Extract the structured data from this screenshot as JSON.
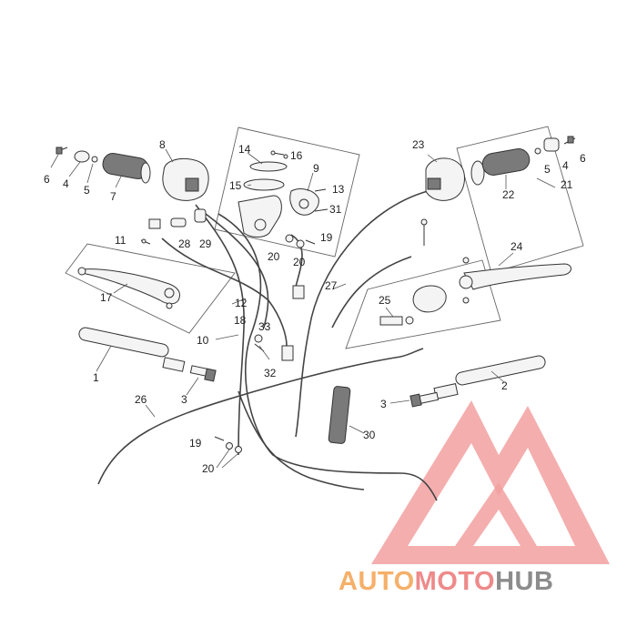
{
  "diagram": {
    "callouts": [
      {
        "id": "c1",
        "text": "1"
      },
      {
        "id": "c2",
        "text": "2"
      },
      {
        "id": "c3a",
        "text": "3"
      },
      {
        "id": "c3b",
        "text": "3"
      },
      {
        "id": "c4a",
        "text": "4"
      },
      {
        "id": "c4b",
        "text": "4"
      },
      {
        "id": "c5a",
        "text": "5"
      },
      {
        "id": "c5b",
        "text": "5"
      },
      {
        "id": "c6a",
        "text": "6"
      },
      {
        "id": "c6b",
        "text": "6"
      },
      {
        "id": "c7",
        "text": "7"
      },
      {
        "id": "c8",
        "text": "8"
      },
      {
        "id": "c9",
        "text": "9"
      },
      {
        "id": "c10",
        "text": "10"
      },
      {
        "id": "c11",
        "text": "11"
      },
      {
        "id": "c12",
        "text": "12"
      },
      {
        "id": "c13",
        "text": "13"
      },
      {
        "id": "c14",
        "text": "14"
      },
      {
        "id": "c15",
        "text": "15"
      },
      {
        "id": "c16",
        "text": "16"
      },
      {
        "id": "c17",
        "text": "17"
      },
      {
        "id": "c18",
        "text": "18"
      },
      {
        "id": "c19a",
        "text": "19"
      },
      {
        "id": "c19b",
        "text": "19"
      },
      {
        "id": "c20a",
        "text": "20"
      },
      {
        "id": "c20b",
        "text": "20"
      },
      {
        "id": "c20c",
        "text": "20"
      },
      {
        "id": "c21",
        "text": "21"
      },
      {
        "id": "c22",
        "text": "22"
      },
      {
        "id": "c23",
        "text": "23"
      },
      {
        "id": "c24",
        "text": "24"
      },
      {
        "id": "c25",
        "text": "25"
      },
      {
        "id": "c26",
        "text": "26"
      },
      {
        "id": "c27",
        "text": "27"
      },
      {
        "id": "c28",
        "text": "28"
      },
      {
        "id": "c29",
        "text": "29"
      },
      {
        "id": "c30",
        "text": "30"
      },
      {
        "id": "c31",
        "text": "31"
      },
      {
        "id": "c32",
        "text": "32"
      },
      {
        "id": "c33",
        "text": "33"
      }
    ]
  },
  "watermark": {
    "part1": "AUTO",
    "part2": "MOTO",
    "part3": "HUB",
    "color_red": "#ee8a8a",
    "color_orange": "#f5b06a",
    "color_gray": "#8c8c8c"
  }
}
